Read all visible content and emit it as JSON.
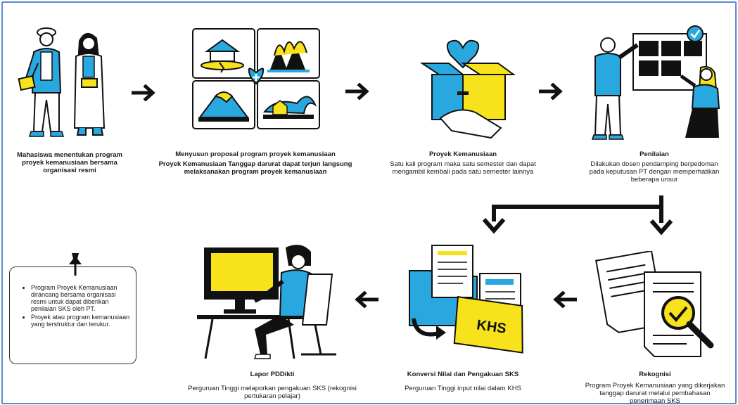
{
  "steps": [
    {
      "title": "Mahasiswa menentukan program proyek kemanusiaan bersama organisasi resmi",
      "body": ""
    },
    {
      "title": "Menyusun proposal program proyek kemanusiaan",
      "body": "Proyek Kemanusiaan Tanggap darurat dapat terjun langsung melaksanakan program proyek kemanusiaan"
    },
    {
      "title": "Proyek Kemanusiaan",
      "body": "Satu kali program maka satu semester dan dapat mengambil kembali pada satu semester lainnya"
    },
    {
      "title": "Penilaian",
      "body": "Dilakukan dosen pendamping berpedoman pada keputusan PT dengan memperhatikan beberapa unsur"
    },
    {
      "title": "Rekognisi",
      "body": "Program Proyek Kemanusiaan yang dikerjakan tanggap darurat melalui pembahasan penerimaan SKS"
    },
    {
      "title": "Konversi Nilai dan Pengakuan SKS",
      "body": "Perguruan Tinggi input nilai dalam KHS"
    },
    {
      "title": "Lapor PDDikti",
      "body": "Perguruan Tinggi melaporkan pengakuan SKS (rekognisi pertukaran pelajar)"
    }
  ],
  "note": {
    "items": [
      "Program Proyek Kemanusiaan dirancang bersama organisasi resmi untuk dapat diberikan penilaian SKS oleh PT.",
      "Proyek atau program kemanusiaan yang terstruktur dan terukur."
    ]
  },
  "folder_label": "KHS",
  "colors": {
    "blue": "#29a8e0",
    "yellow": "#f7e21b",
    "dark": "#111111",
    "frame": "#5b8bd6"
  }
}
